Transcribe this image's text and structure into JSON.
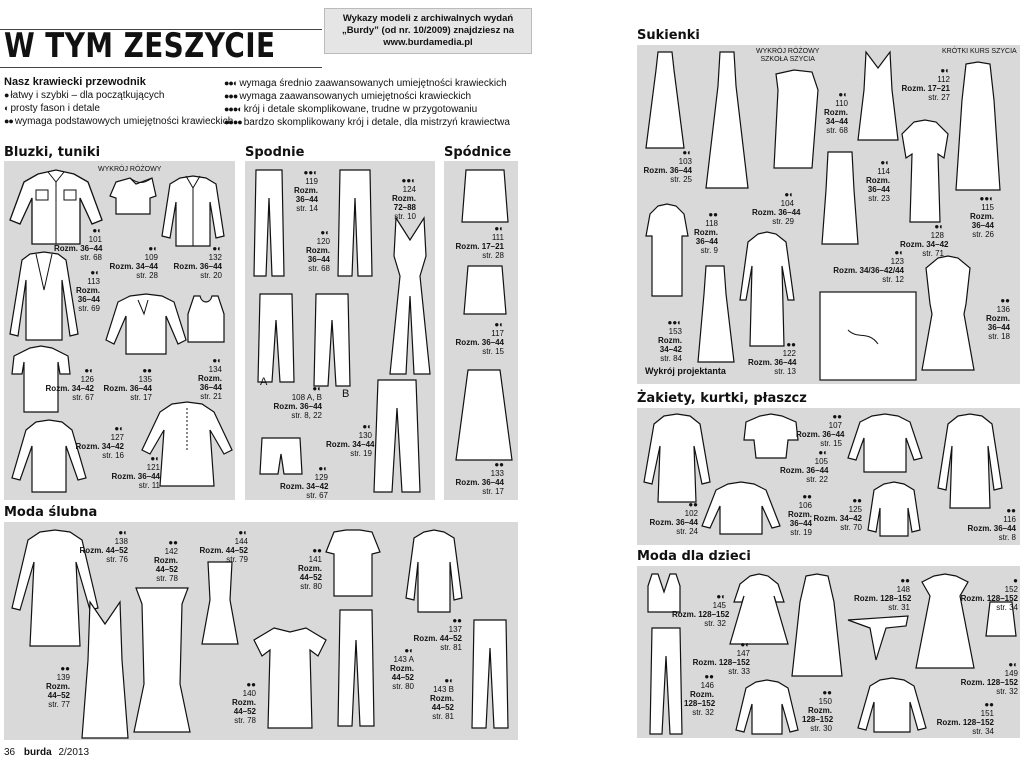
{
  "header": {
    "title": "W TYM ZESZYCIE",
    "archive_note_l1": "Wykazy modeli z archiwalnych wydań",
    "archive_note_l2": "„Burdy” (od nr. 10/2009) znajdziesz na",
    "archive_note_l3": "www.burdamedia.pl"
  },
  "guide": {
    "heading": "Nasz krawiecki przewodnik",
    "items": [
      {
        "dots": "●",
        "text": "łatwy i szybki – dla początkujących"
      },
      {
        "dots": "◐",
        "text": "prosty fason i detale"
      },
      {
        "dots": "●●",
        "text": "wymaga podstawowych umiejętności krawieckich"
      },
      {
        "dots": "●●◐",
        "text": "wymaga średnio zaawansowanych umiejętności krawieckich"
      },
      {
        "dots": "●●●",
        "text": "wymaga zaawansowanych umiejętności krawieckich"
      },
      {
        "dots": "●●●◐",
        "text": "krój i detale skomplikowane, trudne w przygotowaniu"
      },
      {
        "dots": "●●●●",
        "text": "bardzo skomplikowany krój i detale, dla mistrzyń krawiectwa"
      }
    ]
  },
  "sections": {
    "bluzki": "Bluzki, tuniki",
    "spodnie": "Spodnie",
    "spodnice": "Spódnice",
    "slubna": "Moda ślubna",
    "sukienki": "Sukienki",
    "zakiety": "Żakiety, kurtki, płaszcz",
    "dzieci": "Moda dla dzieci"
  },
  "notes": {
    "wykroj_rozowy": "WYKRÓJ RÓŻOWY",
    "wykroj_rozowy_szkola_l1": "WYKRÓJ RÓŻOWY",
    "wykroj_rozowy_szkola_l2": "SZKOŁA SZYCIA",
    "krotki_kurs": "KRÓTKI KURS SZYCIA",
    "wykroj_projektanta": "Wykrój projektanta"
  },
  "models": {
    "m101": {
      "dots": "●◐",
      "num": "101",
      "size": "Rozm. 36–44",
      "page": "str. 68"
    },
    "m109": {
      "dots": "●◐",
      "num": "109",
      "size": "Rozm. 34–44",
      "page": "str. 28"
    },
    "m132": {
      "dots": "●◐",
      "num": "132",
      "size": "Rozm. 36–44",
      "page": "str. 20"
    },
    "m113": {
      "dots": "●◐",
      "num": "113",
      "size1": "Rozm.",
      "size2": "36–44",
      "page": "str. 69"
    },
    "m126": {
      "dots": "●◐",
      "num": "126",
      "size": "Rozm. 34–42",
      "page": "str. 67"
    },
    "m135": {
      "dots": "●●",
      "num": "135",
      "size": "Rozm. 36–44",
      "page": "str. 17"
    },
    "m134": {
      "dots": "●◐",
      "num": "134",
      "size1": "Rozm.",
      "size2": "36–44",
      "page": "str. 21"
    },
    "m127": {
      "dots": "●◐",
      "num": "127",
      "size": "Rozm. 34–42",
      "page": "str. 16"
    },
    "m121": {
      "dots": "●◐",
      "num": "121",
      "size": "Rozm. 36–44",
      "page": "str. 11"
    },
    "m119": {
      "dots": "●●◐",
      "num": "119",
      "size1": "Rozm.",
      "size2": "36–44",
      "page": "str. 14"
    },
    "m124": {
      "dots": "●●◐",
      "num": "124",
      "size1": "Rozm.",
      "size2": "72–88",
      "page": "str. 10"
    },
    "m120": {
      "dots": "●◐",
      "num": "120",
      "size1": "Rozm.",
      "size2": "36–44",
      "page": "str. 68"
    },
    "m108": {
      "dots": "●◐",
      "num": "108",
      "ab": "A, B",
      "size": "Rozm. 36–44",
      "page": "str. 8, 22"
    },
    "m130": {
      "dots": "●◐",
      "num": "130",
      "size": "Rozm. 34–44",
      "page": "str. 19"
    },
    "m129": {
      "dots": "●◐",
      "num": "129",
      "size": "Rozm. 34–42",
      "page": "str. 67"
    },
    "m111": {
      "dots": "●◐",
      "num": "111",
      "size": "Rozm. 17–21",
      "page": "str. 28"
    },
    "m117": {
      "dots": "●◐",
      "num": "117",
      "size": "Rozm. 36–44",
      "page": "str. 15"
    },
    "m133": {
      "dots": "●●",
      "num": "133",
      "size": "Rozm. 36–44",
      "page": "str. 17"
    },
    "m138": {
      "dots": "●◐",
      "num": "138",
      "size": "Rozm. 44–52",
      "page": "str. 76"
    },
    "m142": {
      "dots": "●●",
      "num": "142",
      "size1": "Rozm.",
      "size2": "44–52",
      "page": "str. 78"
    },
    "m144": {
      "dots": "●◐",
      "num": "144",
      "size": "Rozm. 44–52",
      "page": "str. 79"
    },
    "m141": {
      "dots": "●●",
      "num": "141",
      "size1": "Rozm.",
      "size2": "44–52",
      "page": "str. 80"
    },
    "m137": {
      "dots": "●●",
      "num": "137",
      "size": "Rozm. 44–52",
      "page": "str. 81"
    },
    "m139": {
      "dots": "●●",
      "num": "139",
      "size1": "Rozm.",
      "size2": "44–52",
      "page": "str. 77"
    },
    "m140": {
      "dots": "●●",
      "num": "140",
      "size1": "Rozm.",
      "size2": "44–52",
      "page": "str. 78"
    },
    "m143a": {
      "dots": "●◐",
      "num": "143 A",
      "size1": "Rozm.",
      "size2": "44–52",
      "page": "str. 80"
    },
    "m143b": {
      "dots": "●◐",
      "num": "143 B",
      "size1": "Rozm.",
      "size2": "44–52",
      "page": "str. 81"
    },
    "m103": {
      "dots": "●◐",
      "num": "103",
      "size": "Rozm. 36–44",
      "page": "str. 25"
    },
    "m110": {
      "dots": "●◐",
      "num": "110",
      "size1": "Rozm.",
      "size2": "34–44",
      "page": "str. 68"
    },
    "m112": {
      "dots": "●◐",
      "num": "112",
      "size": "Rozm. 17–21",
      "page": "str. 27"
    },
    "m104": {
      "dots": "●◐",
      "num": "104",
      "size": "Rozm. 36–44",
      "page": "str. 29"
    },
    "m114": {
      "dots": "●◐",
      "num": "114",
      "size1": "Rozm.",
      "size2": "36–44",
      "page": "str. 23"
    },
    "m115": {
      "dots": "●●◐",
      "num": "115",
      "size1": "Rozm.",
      "size2": "36–44",
      "page": "str. 26"
    },
    "m118": {
      "dots": "●●",
      "num": "118",
      "size1": "Rozm.",
      "size2": "36–44",
      "page": "str. 9"
    },
    "m128": {
      "dots": "●◐",
      "num": "128",
      "size": "Rozm. 34–42",
      "page": "str. 71"
    },
    "m123": {
      "dots": "●◐",
      "num": "123",
      "size": "Rozm. 34/36–42/44",
      "page": "str. 12"
    },
    "m136": {
      "dots": "●●",
      "num": "136",
      "size1": "Rozm.",
      "size2": "36–44",
      "page": "str. 18"
    },
    "m153": {
      "dots": "●●◐",
      "num": "153",
      "size1": "Rozm.",
      "size2": "34–42",
      "page": "str. 84"
    },
    "m122": {
      "dots": "●●",
      "num": "122",
      "size": "Rozm. 36–44",
      "page": "str. 13"
    },
    "m107": {
      "dots": "●●",
      "num": "107",
      "size": "Rozm. 36–44",
      "page": "str. 15"
    },
    "m105": {
      "dots": "●◐",
      "num": "105",
      "size": "Rozm. 36–44",
      "page": "str. 22"
    },
    "m102": {
      "dots": "●●",
      "num": "102",
      "size": "Rozm. 36–44",
      "page": "str. 24"
    },
    "m106": {
      "dots": "●●",
      "num": "106",
      "size1": "Rozm.",
      "size2": "36–44",
      "page": "str. 19"
    },
    "m125": {
      "dots": "●●",
      "num": "125",
      "size": "Rozm. 34–42",
      "page": "str. 70"
    },
    "m116": {
      "dots": "●●",
      "num": "116",
      "size": "Rozm. 36–44",
      "page": "str. 8"
    },
    "m145": {
      "dots": "●◐",
      "num": "145",
      "size": "Rozm. 128–152",
      "page": "str. 32"
    },
    "m148": {
      "dots": "●●",
      "num": "148",
      "size": "Rozm. 128–152",
      "page": "str. 31"
    },
    "m152": {
      "dots": "●",
      "num": "152",
      "size": "Rozm. 128–152",
      "page": "str. 34"
    },
    "m147": {
      "dots": "●◐",
      "num": "147",
      "size": "Rozm. 128–152",
      "page": "str. 33"
    },
    "m149": {
      "dots": "●◐",
      "num": "149",
      "size": "Rozm. 128–152",
      "page": "str. 32"
    },
    "m146": {
      "dots": "●●",
      "num": "146",
      "size1": "Rozm.",
      "size2": "128–152",
      "page": "str. 32"
    },
    "m150": {
      "dots": "●●",
      "num": "150",
      "size1": "Rozm.",
      "size2": "128–152",
      "page": "str. 30"
    },
    "m151": {
      "dots": "●●",
      "num": "151",
      "size": "Rozm. 128–152",
      "page": "str. 34"
    }
  },
  "footer": {
    "page_no": "36",
    "brand": "burda",
    "issue": "2/2013"
  }
}
